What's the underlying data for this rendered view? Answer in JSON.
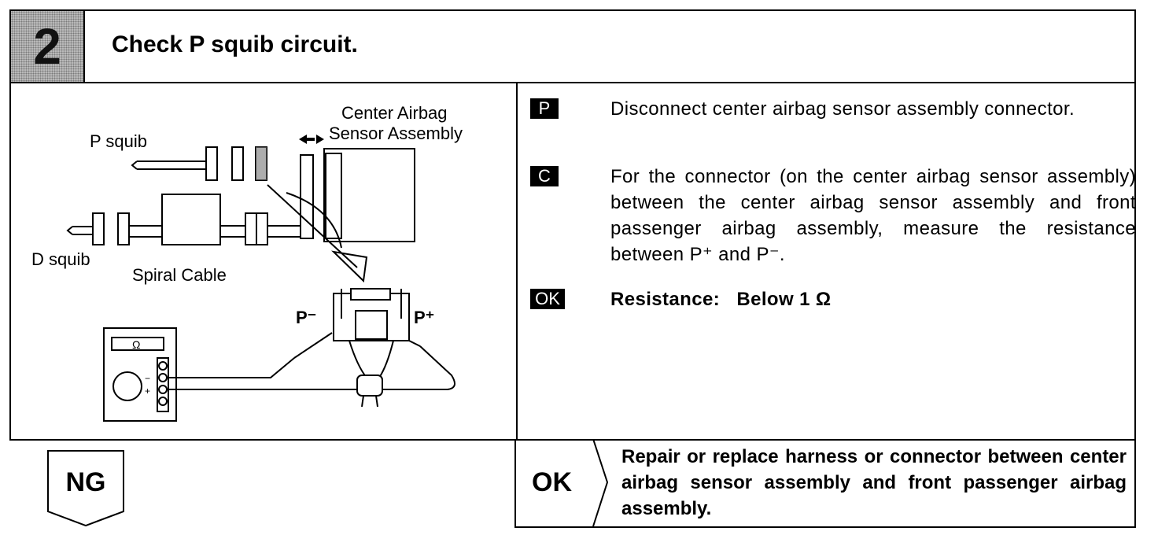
{
  "step": {
    "number": "2",
    "title": "Check P squib circuit."
  },
  "illustration": {
    "labels": {
      "center_airbag_line1": "Center Airbag",
      "center_airbag_line2": "Sensor Assembly",
      "p_squib": "P squib",
      "d_squib": "D squib",
      "spiral_cable": "Spiral Cable",
      "p_minus": "P⁻",
      "p_plus": "P⁺",
      "ohm": "Ω",
      "meter_minus": "−",
      "meter_plus": "+"
    }
  },
  "instructions": [
    {
      "tag": "P",
      "text": "Disconnect center airbag sensor assembly connector."
    },
    {
      "tag": "C",
      "text": "For the connector (on the center airbag sensor assembly) between the center airbag sensor assembly and front passenger airbag assembly, measure the resistance between P⁺ and P⁻."
    },
    {
      "tag": "OK",
      "text": "Resistance:   Below 1 Ω"
    }
  ],
  "results": {
    "ng_label": "NG",
    "ok_label": "OK",
    "ok_action": "Repair or replace harness or connector between center airbag sensor assembly and front passenger airbag assembly."
  }
}
